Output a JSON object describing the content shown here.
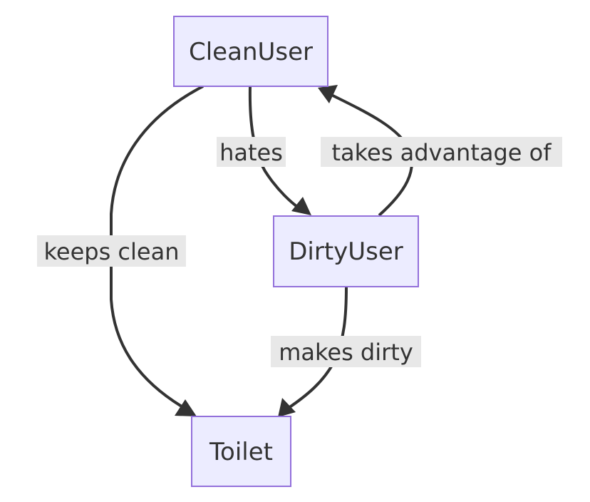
{
  "nodes": {
    "clean_user": "CleanUser",
    "dirty_user": "DirtyUser",
    "toilet": "Toilet"
  },
  "edges": {
    "hates": "hates",
    "takes_advantage_of": "takes advantage of",
    "keeps_clean": "keeps clean",
    "makes_dirty": "makes dirty"
  },
  "colors": {
    "node_fill": "#ECECFF",
    "node_border": "#9370DB",
    "edge": "#333333",
    "label_background": "#e8e8e8"
  }
}
